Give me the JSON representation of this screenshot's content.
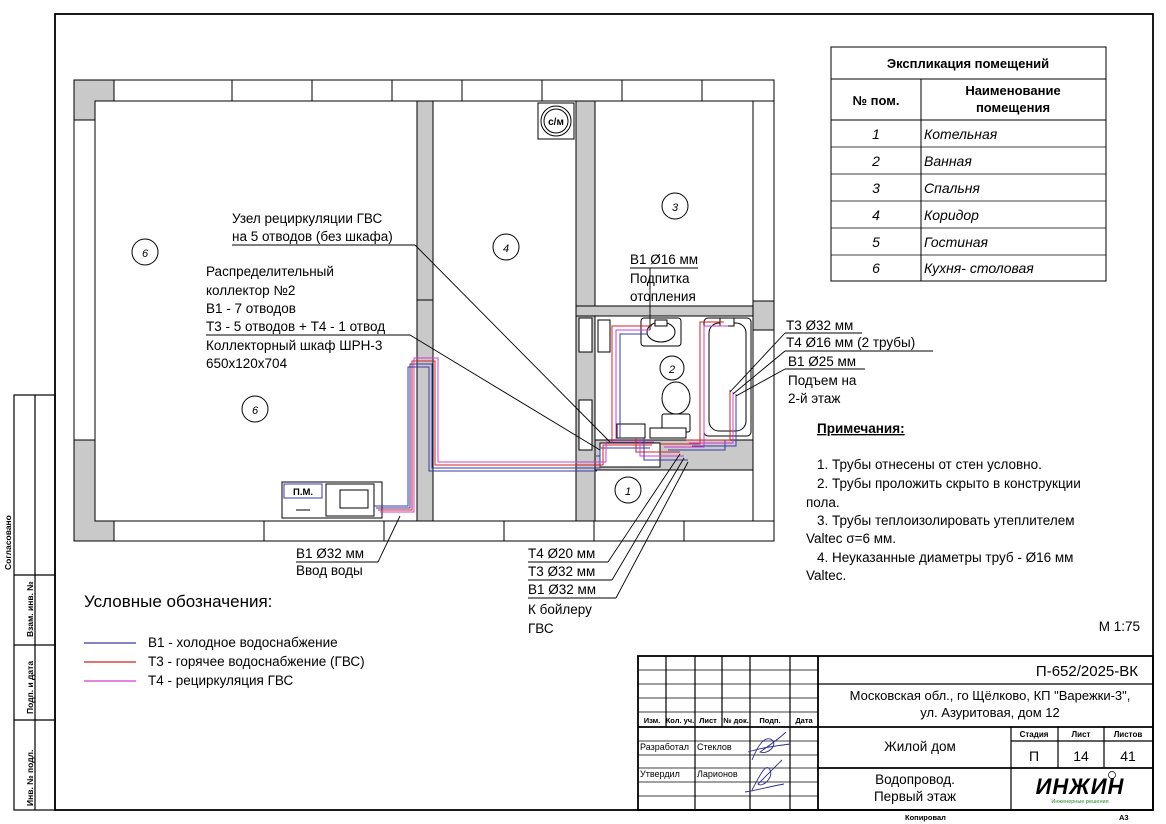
{
  "labels": {
    "recirc_node": [
      "Узел рециркуляции ГВС",
      "на 5 отводов (без шкафа)"
    ],
    "collector": [
      "Распределительный",
      "коллектор №2",
      "В1 - 7 отводов",
      "Т3 - 5 отводов + Т4 - 1 отвод",
      "Коллекторный шкаф ШРН-3",
      "650х120х704"
    ],
    "feed_heating": [
      "В1 Ø16 мм",
      "Подпитка",
      "отопления"
    ],
    "riser": [
      "Т3 Ø32 мм",
      "Т4 Ø16 мм (2 трубы)",
      "В1 Ø25 мм",
      "Подъем на",
      "2-й этаж"
    ],
    "water_inlet": [
      "В1 Ø32 мм",
      "Ввод воды"
    ],
    "boiler": [
      "Т4 Ø20 мм",
      "Т3 Ø32 мм",
      "В1 Ø32 мм",
      "К бойлеру",
      "ГВС"
    ],
    "sm": "с/м",
    "pm": "П.М."
  },
  "rooms": [
    "1",
    "2",
    "3",
    "4",
    "5",
    "6"
  ],
  "room_circles": [
    {
      "num": "6"
    },
    {
      "num": "6"
    },
    {
      "num": "4"
    },
    {
      "num": "3"
    },
    {
      "num": "2"
    },
    {
      "num": "1"
    }
  ],
  "explication": {
    "title": "Экспликация помещений",
    "col_num": "№ пом.",
    "col_name": [
      "Наименование",
      "помещения"
    ],
    "rows": [
      {
        "num": "1",
        "name": "Котельная"
      },
      {
        "num": "2",
        "name": "Ванная"
      },
      {
        "num": "3",
        "name": "Спальня"
      },
      {
        "num": "4",
        "name": "Коридор"
      },
      {
        "num": "5",
        "name": "Гостиная"
      },
      {
        "num": "6",
        "name": "Кухня- столовая"
      }
    ]
  },
  "notes": {
    "title": "Примечания:",
    "items": [
      [
        "1.    Трубы отнесены от стен условно."
      ],
      [
        "2.    Трубы проложить скрыто в конструкции",
        "пола."
      ],
      [
        "3.    Трубы теплоизолировать утеплителем",
        "Valtec σ=6 мм."
      ],
      [
        "4.    Неуказанные диаметры труб - Ø16 мм",
        "Valtec."
      ]
    ]
  },
  "scale": "М 1:75",
  "legend": {
    "title": "Условные обозначения:",
    "items": [
      {
        "label": "В1 - холодное водоснабжение",
        "color": "#3a3aa8"
      },
      {
        "label": "Т3 - горячее водоснабжение (ГВС)",
        "color": "#d42020"
      },
      {
        "label": "Т4 - рециркуляция ГВС",
        "color": "#d23cd2"
      }
    ]
  },
  "stamp": {
    "code": "П-652/2025-ВК",
    "address": [
      "Московская обл., го Щёлково, КП \"Варежки-3\",",
      "ул. Азуритовая, дом 12"
    ],
    "col_headers": [
      "Изм.",
      "Кол. уч.",
      "Лист",
      "№ док.",
      "Подп.",
      "Дата"
    ],
    "developed_label": "Разработал",
    "developed_name": "Стеклов",
    "approved_label": "Утвердил",
    "approved_name": "Ларионов",
    "object": "Жилой дом",
    "stage_label": "Стадия",
    "sheet_label": "Лист",
    "sheets_label": "Листов",
    "stage": "П",
    "sheet": "14",
    "sheets": "41",
    "title": [
      "Водопровод.",
      "Первый этаж"
    ],
    "logo": "ИНЖИН",
    "logo_sub": "Инженерные решения",
    "copied": "Копировал",
    "format": "А3"
  },
  "side_stamp": [
    "Согласовано",
    "Взам. инв. №",
    "Подп. и дата",
    "Инв. № подл."
  ]
}
